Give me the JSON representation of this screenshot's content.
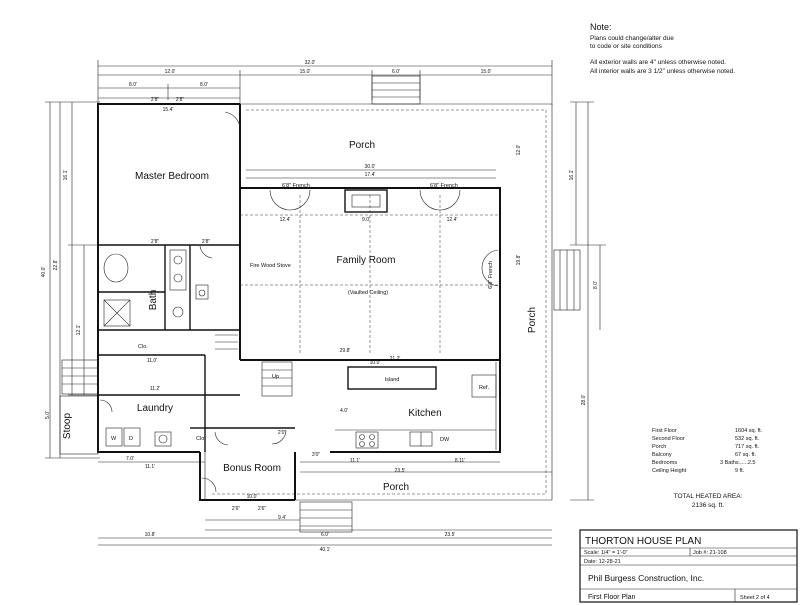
{
  "notes": {
    "heading": "Note:",
    "lines": [
      "Plans could change/alter due",
      "to code or site conditions",
      "All exterior walls are 4\" unless otherwise noted.",
      "All interior walls are 3 1/2\" unless otherwise noted."
    ]
  },
  "rooms": {
    "porch_back": "Porch",
    "master_bedroom": "Master Bedroom",
    "family_room": "Family Room",
    "vaulted": "(Vaulted Ceiling)",
    "wood_stove": "Fire Wood Stove",
    "porch_side": "Porch",
    "bath": "Bath",
    "closet": "Clo.",
    "laundry": "Laundry",
    "stoop": "Stoop",
    "kitchen": "Kitchen",
    "island": "Island",
    "refrigerator": "Ref.",
    "bonus_room": "Bonus Room",
    "porch_front": "Porch",
    "up": "Up",
    "washer": "W",
    "dryer": "D",
    "dw": "DW",
    "clo2": "Clo.",
    "french1": "6'8\" French",
    "french2": "6'8\" French",
    "french3": "6'8\" French"
  },
  "dimensions": {
    "top_total": "32.0'",
    "top_a": "12.0'",
    "top_b": "15.0'",
    "top_c": "6.0'",
    "top_d": "15.0'",
    "top_e": "8.0'",
    "top_f": "8.0'",
    "top_g": "2'8\"",
    "top_h": "2'8\"",
    "top_i": "15.4'",
    "fr_a": "30.0'",
    "fr_b": "17.4'",
    "fr_c": "12.4'",
    "fr_d": "9.0'",
    "fr_e": "12.4'",
    "fr_f": "29.8'",
    "fr_g": "21.2'",
    "mid_a": "11.0'",
    "mid_b": "11.2'",
    "bot_a": "7.0'",
    "bot_b": "11.1'",
    "bot_c": "11.1'",
    "bot_d": "23.5'",
    "bot_e": "8.11'",
    "bot_f": "10.0'",
    "bot_g": "9.4'",
    "bot_h": "10.8'",
    "bot_i": "6.0'",
    "bot_j": "23.5'",
    "bot_total": "40.1'",
    "left_a": "40.0'",
    "left_b": "22.8'",
    "left_c": "16.1'",
    "left_d": "12.1'",
    "left_e": "5.0'",
    "right_a": "16.1'",
    "right_b": "8.0'",
    "right_c": "28.0'",
    "right_d": "19.8'",
    "right_e": "12.0'",
    "island_a": "10.0'",
    "island_b": "4.0'",
    "door_a": "2'8\"",
    "door_b": "2'8\"",
    "door_c": "2'6\"",
    "door_d": "2'6\"",
    "door_e": "3'0\"",
    "door_f": "2'0\""
  },
  "areas": {
    "rows": [
      {
        "label": "First Floor",
        "value": "1604 sq. ft."
      },
      {
        "label": "Second Floor",
        "value": "532 sq. ft."
      },
      {
        "label": "Porch",
        "value": "717 sq. ft."
      },
      {
        "label": "Balcony",
        "value": "67 sq. ft."
      },
      {
        "label": "Bedrooms",
        "value": "3  Baths......2.5"
      },
      {
        "label": "Ceiling Height",
        "value": "9 ft."
      }
    ],
    "total_label": "TOTAL HEATED AREA:",
    "total_value": "2136 sq. ft."
  },
  "title_block": {
    "title": "THORTON HOUSE PLAN",
    "scale": "Scale: 1/4\" = 1'-0\"",
    "date": "Date: 12-28-21",
    "job": "Job #: 21-108",
    "company": "Phil Burgess Construction, Inc.",
    "sheet_name": "First Floor Plan",
    "sheet_no": "Sheet 2 of 4"
  }
}
